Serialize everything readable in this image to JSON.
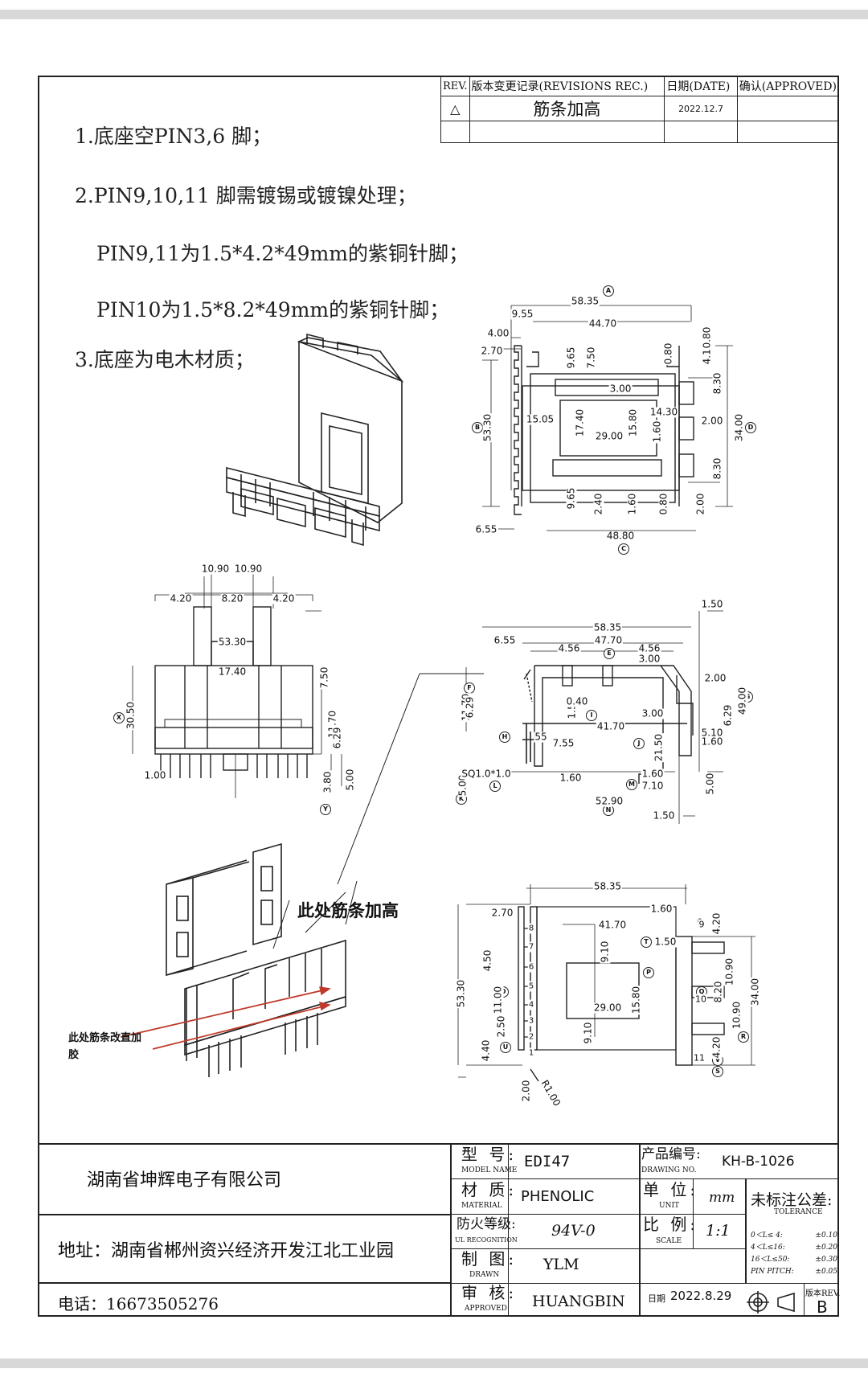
{
  "revision": {
    "headers": {
      "rev": "REV.",
      "record": "版本变更记录(REVISIONS REC.)",
      "date": "日期(DATE)",
      "approved": "确认(APPROVED)"
    },
    "row": {
      "rev": "△",
      "record": "筋条加高",
      "date": "2022.12.7",
      "approved": ""
    }
  },
  "notes": [
    "1.底座空PIN3,6 脚；",
    "2.PIN9,10,11 脚需镀锡或镀镍处理；",
    "PIN9,11为1.5*4.2*49mm的紫铜针脚；",
    "PIN10为1.5*8.2*49mm的紫铜针脚；",
    "3.底座为电木材质；"
  ],
  "callouts": {
    "rib": "此处筋条加高",
    "glue_line1": "此处筋条改直加",
    "glue_line2": "胶"
  },
  "views": {
    "top": {
      "balloons": [
        "A",
        "B",
        "C",
        "D"
      ],
      "dims": [
        "58.35",
        "9.55",
        "44.70",
        "4.00",
        "2.70",
        "9.65",
        "7.50",
        "0.80",
        "4.10",
        "0.80",
        "3.00",
        "8.30",
        "14.30",
        "15.05",
        "17.40",
        "15.80",
        "1.60",
        "29.00",
        "2.00",
        "53.30",
        "34.00",
        "8.30",
        "9.65",
        "2.40",
        "1.60",
        "0.80",
        "2.00",
        "6.55",
        "48.80"
      ]
    },
    "front": {
      "balloons": [
        "X",
        "Y"
      ],
      "dims": [
        "10.90",
        "10.90",
        "4.20",
        "8.20",
        "4.20",
        "53.30",
        "17.40",
        "7.50",
        "30.50",
        "11.70",
        "6.29",
        "1.00",
        "3.80",
        "5.00"
      ]
    },
    "side": {
      "balloons": [
        "E",
        "F",
        "G",
        "H",
        "I",
        "J",
        "K",
        "L",
        "M",
        "N"
      ],
      "dims": [
        "1.50",
        "58.35",
        "6.55",
        "47.70",
        "4.56",
        "4.56",
        "3.00",
        "2.00",
        "11.70",
        "6.29",
        "1.50",
        "41.70",
        "3.00",
        "21.50",
        "5.10",
        "1.60",
        "6.29",
        "49.00",
        "55",
        "7.55",
        "5.00",
        "SQ1.0*1.0",
        "1.60",
        "1.60",
        "7.10",
        "5.00",
        "52.90",
        "1.50",
        "0.40"
      ]
    },
    "bottom": {
      "balloons": [
        "O",
        "P",
        "Q",
        "R",
        "S",
        "T",
        "U",
        "V"
      ],
      "dims": [
        "58.35",
        "2.70",
        "1.60",
        "41.70",
        "9.10",
        "1.50",
        "4.50",
        "9",
        "4.20",
        "10.90",
        "53.30",
        "11.00",
        "15.80",
        "29.00",
        "8.20",
        "34.00",
        "2.50",
        "10.90",
        "9.10",
        "4.40",
        "4.20",
        "2.00",
        "R1.00"
      ],
      "pin_numbers": [
        "8",
        "7",
        "6",
        "5",
        "4",
        "3",
        "2",
        "1"
      ],
      "side_pins": [
        "9",
        "10",
        "11"
      ]
    }
  },
  "title_block": {
    "company": "湖南省坤辉电子有限公司",
    "address": "地址：湖南省郴州资兴经济开发江北工业园",
    "phone": "电话：16673505276",
    "model": {
      "label": "型  号:",
      "sub": "MODEL NAME",
      "value": "EDI47"
    },
    "material": {
      "label": "材  质:",
      "sub": "MATERIAL",
      "value": "PHENOLIC"
    },
    "fire": {
      "label": "防火等级:",
      "sub": "UL RECOGNITION",
      "value": "94V-0"
    },
    "drawn": {
      "label": "制  图:",
      "sub": "DRAWN",
      "value": "YLM"
    },
    "approved": {
      "label": "审  核:",
      "sub": "APPROVED",
      "value": "HUANGBIN"
    },
    "drawing_no": {
      "label": "产品编号:",
      "sub": "DRAWING NO.",
      "value": "KH-B-1026"
    },
    "unit": {
      "label": "单  位:",
      "sub": "UNIT",
      "value": "mm"
    },
    "scale": {
      "label": "比  例:",
      "sub": "SCALE",
      "value": "1:1"
    },
    "date": {
      "label": "日期",
      "value": "2022.8.29"
    },
    "tolerance": {
      "title": "未标注公差:",
      "sub": "TOLERANCE",
      "rows": [
        [
          "0＜L≤ 4:",
          "±0.10"
        ],
        [
          "4＜L≤16:",
          "±0.20"
        ],
        [
          "16＜L≤50:",
          "±0.30"
        ],
        [
          "PIN PITCH:",
          "±0.05"
        ]
      ]
    },
    "version": {
      "label": "版本REV.",
      "value": "B"
    }
  }
}
